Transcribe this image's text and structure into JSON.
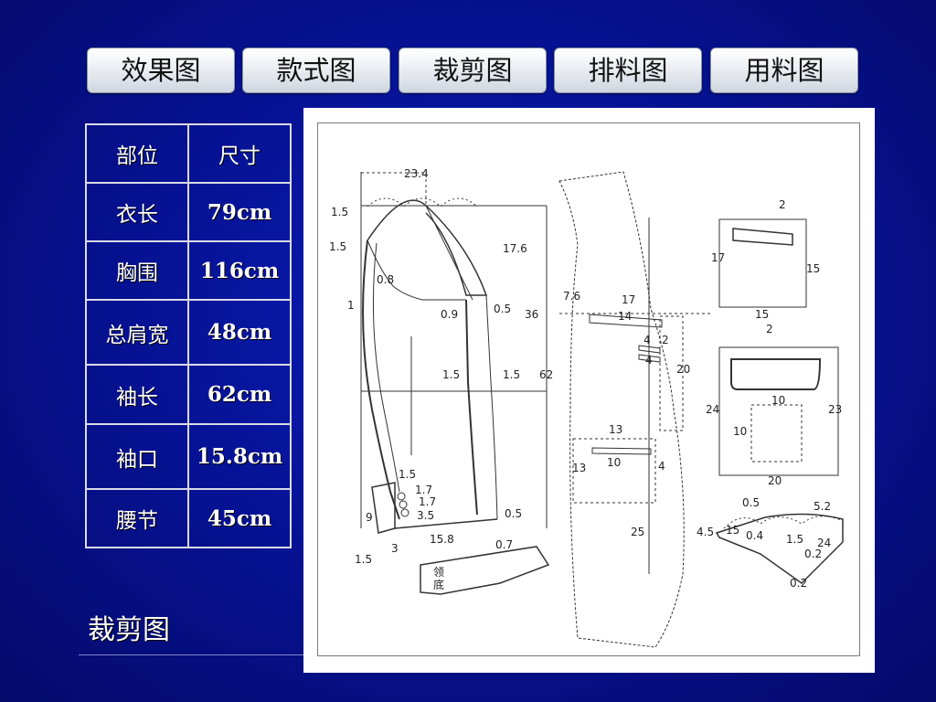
{
  "tabs": [
    {
      "label": "效果图"
    },
    {
      "label": "款式图"
    },
    {
      "label": "裁剪图"
    },
    {
      "label": "排料图"
    },
    {
      "label": "用料图"
    }
  ],
  "spec_table": {
    "header": [
      "部位",
      "尺寸"
    ],
    "rows": [
      [
        "衣长",
        "79cm"
      ],
      [
        "胸围",
        "116cm"
      ],
      [
        "总肩宽",
        "48cm"
      ],
      [
        "袖长",
        "62cm"
      ],
      [
        "袖口",
        "15.8cm"
      ],
      [
        "腰节",
        "45cm"
      ]
    ]
  },
  "caption": "裁剪图",
  "diagram_labels": {
    "l234": "23.4",
    "l15a": "1.5",
    "l15b": "1.5",
    "l176": "17.6",
    "l08": "0.8",
    "l1": "1",
    "l09": "0.9",
    "l05a": "0.5",
    "l36": "36",
    "l15c": "1.5",
    "l15d": "1.5",
    "l62": "62",
    "l15e": "1.5",
    "l17a": "1.7",
    "l17b": "1.7",
    "l35": "3.5",
    "l9": "9",
    "l05b": "0.5",
    "l158": "15.8",
    "l3": "3",
    "l07": "0.7",
    "l15f": "1.5",
    "ling": "领",
    "di": "底",
    "l76": "7.6",
    "l17c": "17",
    "l14": "14",
    "l4a": "4",
    "l2a": "2",
    "l4b": "4",
    "l20": "20",
    "l13a": "13",
    "l13b": "13",
    "l10a": "10",
    "l4c": "4",
    "l25": "25",
    "l2b": "2",
    "l17d": "17",
    "l15g": "15",
    "l15h": "15",
    "l2c": "2",
    "l24a": "24",
    "l10b": "10",
    "l10c": "10",
    "l23": "23",
    "l20b": "20",
    "l05c": "0.5",
    "l52": "5.2",
    "l45": "4.5",
    "l15i": "15",
    "l04": "0.4",
    "l15j": "1.5",
    "l24b": "24",
    "l02a": "0.2",
    "l02b": "0.2"
  }
}
